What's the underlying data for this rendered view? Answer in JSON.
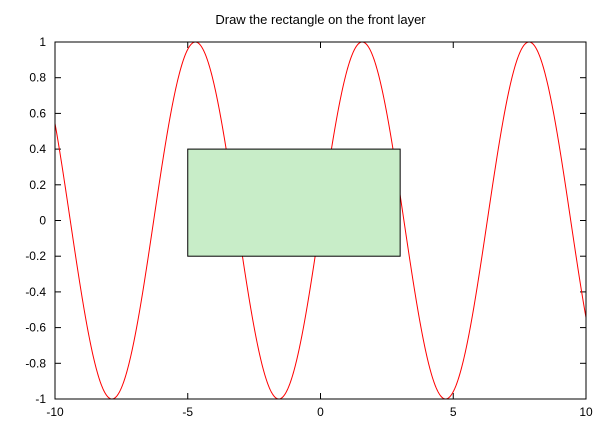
{
  "chart_data": {
    "type": "line",
    "title": "Draw the rectangle on the front layer",
    "xlabel": "",
    "ylabel": "",
    "xlim": [
      -10,
      10
    ],
    "ylim": [
      -1,
      1
    ],
    "x_ticks": [
      -10,
      -5,
      0,
      5,
      10
    ],
    "y_ticks": [
      -1,
      -0.8,
      -0.6,
      -0.4,
      -0.2,
      0,
      0.2,
      0.4,
      0.6,
      0.8,
      1
    ],
    "x_tick_labels": [
      "-10",
      "-5",
      "0",
      "5",
      "10"
    ],
    "y_tick_labels": [
      "-1",
      "-0.8",
      "-0.6",
      "-0.4",
      "-0.2",
      "0",
      "0.2",
      "0.4",
      "0.6",
      "0.8",
      "1"
    ],
    "grid": false,
    "series": [
      {
        "function": "sin(x)",
        "color": "#ff0000",
        "x_range": [
          -10,
          10
        ]
      }
    ],
    "rectangle": {
      "layer": "front",
      "x": [
        -5,
        3
      ],
      "y": [
        -0.2,
        0.4
      ],
      "fill_color": "#c8edc8",
      "border_color": "#000000"
    }
  }
}
